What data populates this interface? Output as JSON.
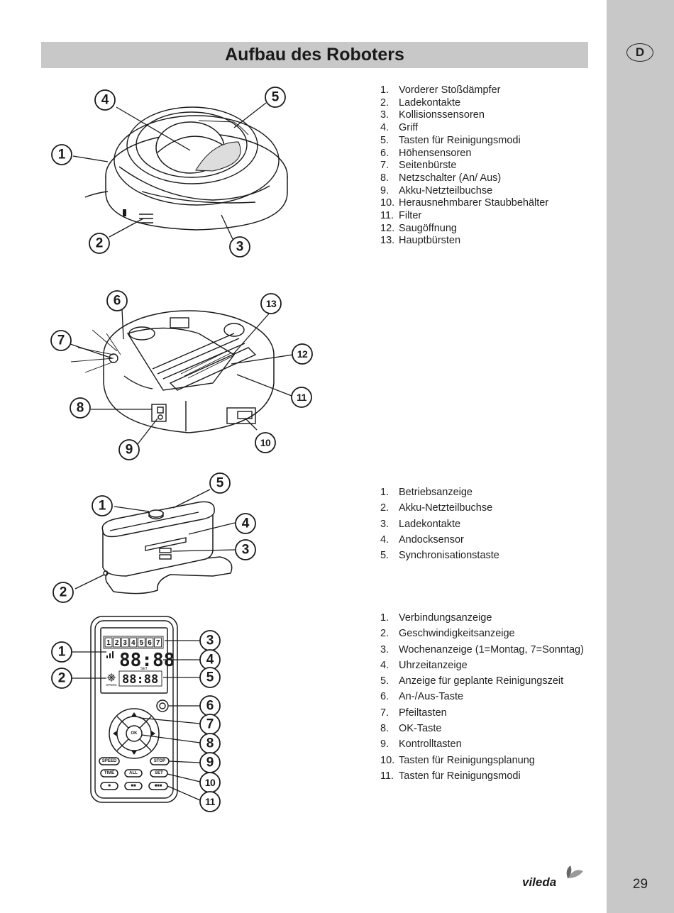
{
  "header": {
    "title": "Aufbau des Roboters",
    "language_badge": "D"
  },
  "footer": {
    "brand": "vileda",
    "page_number": "29"
  },
  "robot_parts": [
    {
      "num": "1.",
      "label": "Vorderer Stoßdämpfer"
    },
    {
      "num": "2.",
      "label": "Ladekontakte"
    },
    {
      "num": "3.",
      "label": "Kollisionssensoren"
    },
    {
      "num": "4.",
      "label": "Griff"
    },
    {
      "num": "5.",
      "label": "Tasten für Reinigungsmodi"
    },
    {
      "num": "6.",
      "label": "Höhensensoren"
    },
    {
      "num": "7.",
      "label": "Seitenbürste"
    },
    {
      "num": "8.",
      "label": "Netzschalter (An/ Aus)"
    },
    {
      "num": "9.",
      "label": "Akku-Netzteilbuchse"
    },
    {
      "num": "10.",
      "label": "Herausnehmbarer Staubbehälter"
    },
    {
      "num": "11.",
      "label": "Filter"
    },
    {
      "num": "12.",
      "label": "Saugöffnung"
    },
    {
      "num": "13.",
      "label": "Hauptbürsten"
    }
  ],
  "dock_parts": [
    {
      "num": "1.",
      "label": "Betriebsanzeige"
    },
    {
      "num": "2.",
      "label": "Akku-Netzteilbuchse"
    },
    {
      "num": "3.",
      "label": "Ladekontakte"
    },
    {
      "num": "4.",
      "label": "Andocksensor"
    },
    {
      "num": "5.",
      "label": "Synchronisationstaste"
    }
  ],
  "remote_parts": [
    {
      "num": "1.",
      "label": "Verbindungsanzeige"
    },
    {
      "num": "2.",
      "label": "Geschwindigkeitsanzeige"
    },
    {
      "num": "3.",
      "label": "Wochenanzeige  (1=Montag, 7=Sonntag)"
    },
    {
      "num": "4.",
      "label": "Uhrzeitanzeige"
    },
    {
      "num": "5.",
      "label": "Anzeige für geplante Reinigungszeit"
    },
    {
      "num": "6.",
      "label": "An-/Aus-Taste"
    },
    {
      "num": "7.",
      "label": "Pfeiltasten"
    },
    {
      "num": "8.",
      "label": "OK-Taste"
    },
    {
      "num": "9.",
      "label": "Kontrolltasten"
    },
    {
      "num": "10.",
      "label": "Tasten für Reinigungsplanung"
    },
    {
      "num": "11.",
      "label": "Tasten für Reinigungsmodi"
    }
  ],
  "remote_display": {
    "days": [
      "1",
      "2",
      "3",
      "4",
      "5",
      "6",
      "7"
    ],
    "clock": "88:88",
    "schedule_clock": "88:88",
    "set_label": "SET",
    "speed_label": "SPEED"
  },
  "remote_buttons": {
    "speed": "SPEED",
    "stop": "STOP",
    "time": "TIME",
    "all": "ALL",
    "set": "SET",
    "ok": "OK",
    "mode1": "■",
    "mode2": "■■",
    "mode3": "■■■"
  },
  "figure_callouts": {
    "robot_top": [
      "4",
      "5",
      "1",
      "2",
      "3"
    ],
    "robot_bottom": [
      "6",
      "13",
      "7",
      "12",
      "8",
      "11",
      "9",
      "10"
    ],
    "dock": [
      "5",
      "1",
      "4",
      "3",
      "2"
    ],
    "remote": [
      "3",
      "1",
      "4",
      "2",
      "5",
      "6",
      "7",
      "8",
      "9",
      "10",
      "11"
    ]
  },
  "icons": [
    "power-icon",
    "arrow-up-icon",
    "arrow-down-icon",
    "arrow-left-icon",
    "arrow-right-icon",
    "signal-icon",
    "fan-icon",
    "leaf-icon"
  ]
}
